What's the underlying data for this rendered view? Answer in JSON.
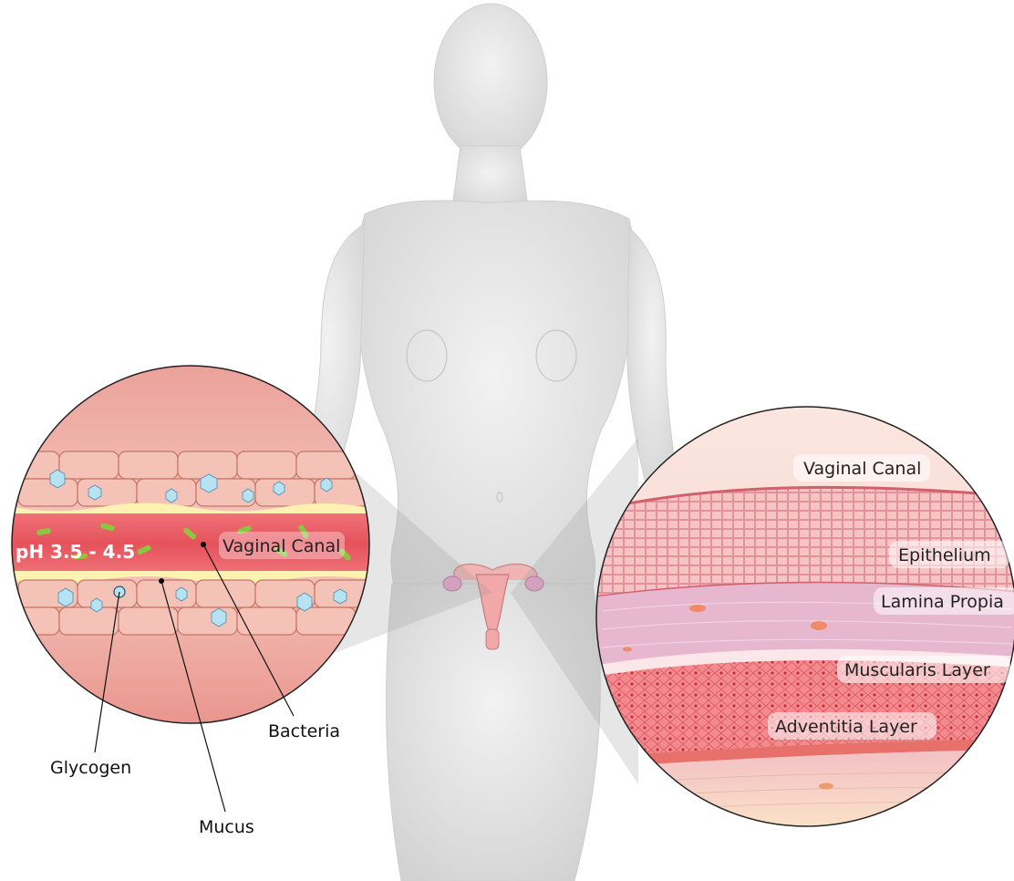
{
  "left_inset": {
    "ph": "pH 3.5 - 4.5",
    "canal": "Vaginal Canal"
  },
  "callouts": {
    "bacteria": "Bacteria",
    "glycogen": "Glycogen",
    "mucus": "Mucus"
  },
  "right_inset": {
    "layers": [
      "Vaginal Canal",
      "Epithelium",
      "Lamina Propia",
      "Muscularis Layer",
      "Adventitia Layer"
    ]
  },
  "colors": {
    "body": "#e4e4e4",
    "cell": "#f1b3a3",
    "cell_outline": "#c46c5e",
    "canal": "#e85c60",
    "glycogen": "#a8dcee",
    "bacteria": "#8cc63f",
    "mucus": "#fff3b8",
    "epithelium": "#f4a9ae",
    "lamina": "#e6b3cc",
    "muscularis": "#ef6f7c",
    "adventitia": "#f4c0c4"
  }
}
